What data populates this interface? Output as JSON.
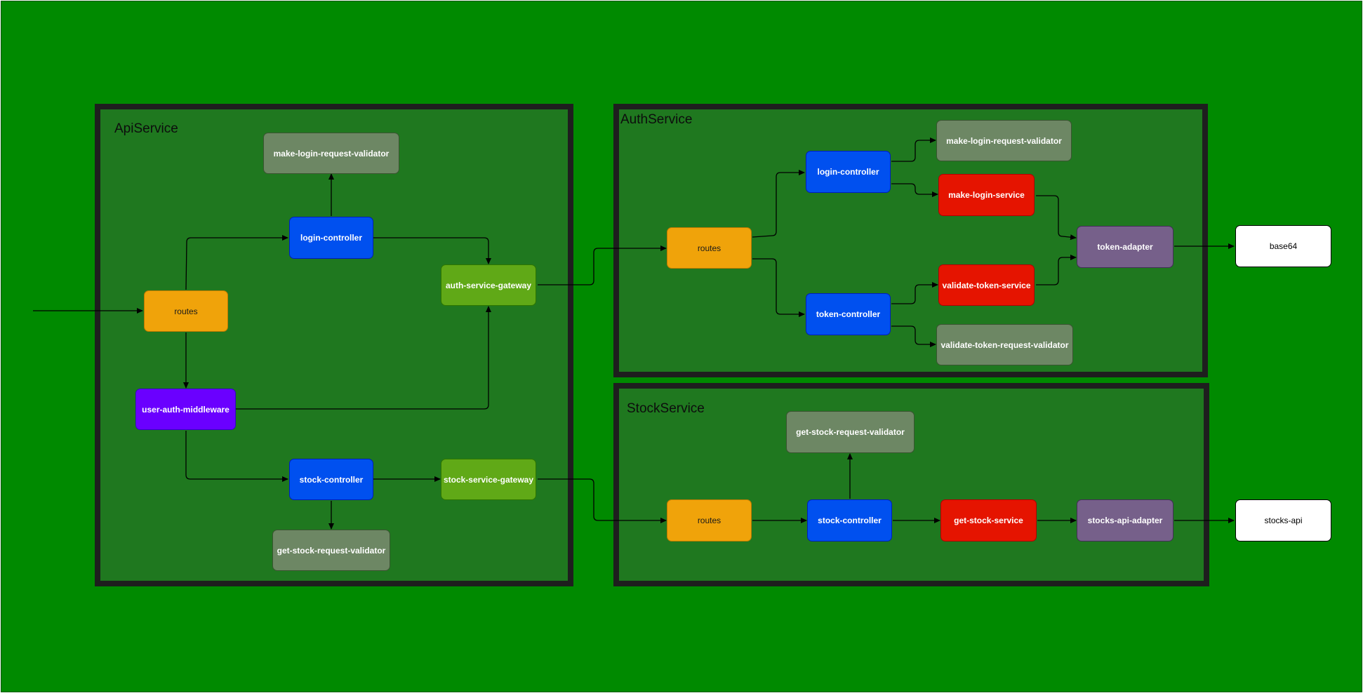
{
  "containers": {
    "api": {
      "title": "ApiService"
    },
    "auth": {
      "title": "AuthService"
    },
    "stock": {
      "title": "StockService"
    }
  },
  "nodes": {
    "api_routes": "routes",
    "api_login_controller": "login-controller",
    "api_make_login_validator": "make-login-request-validator",
    "api_auth_gateway": "auth-service-gateway",
    "api_user_auth_middleware": "user-auth-middleware",
    "api_stock_controller": "stock-controller",
    "api_stock_gateway": "stock-service-gateway",
    "api_get_stock_validator": "get-stock-request-validator",
    "auth_routes": "routes",
    "auth_login_controller": "login-controller",
    "auth_make_login_validator": "make-login-request-validator",
    "auth_make_login_service": "make-login-service",
    "auth_token_adapter": "token-adapter",
    "auth_token_controller": "token-controller",
    "auth_validate_token_service": "validate-token-service",
    "auth_validate_token_validator": "validate-token-request-validator",
    "base64": "base64",
    "stock_get_stock_validator": "get-stock-request-validator",
    "stock_routes": "routes",
    "stock_stock_controller": "stock-controller",
    "stock_get_stock_service": "get-stock-service",
    "stock_api_adapter": "stocks-api-adapter",
    "stocks_api": "stocks-api"
  }
}
